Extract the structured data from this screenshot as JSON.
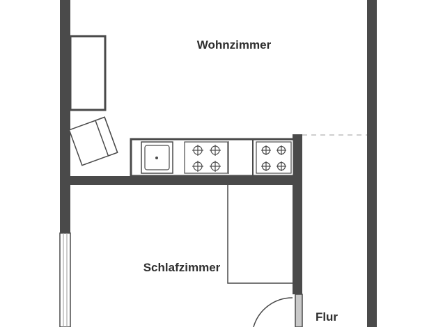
{
  "rooms": {
    "living": "Wohnzimmer",
    "bedroom": "Schlafzimmer",
    "hall": "Flur"
  },
  "colors": {
    "wall": "#4a4a4a",
    "background": "#ffffff",
    "window_frame": "#d6d6d6",
    "door_jamb": "#c9c9c9",
    "dashed_opening": "#bdbdbd",
    "label": "#2f2f2f"
  }
}
